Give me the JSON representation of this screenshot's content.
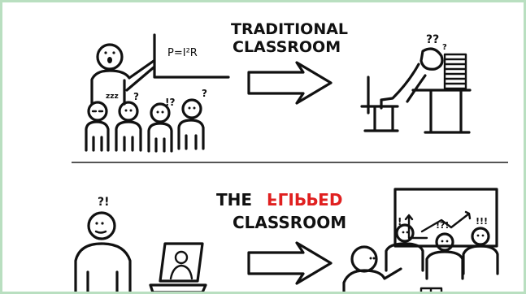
{
  "top": {
    "title_line1": "TRADITIONAL",
    "title_line2": "CLASSROOM",
    "formula": "P=I²R",
    "marks": {
      "student_snore": "zzz",
      "student_q1": "?",
      "student_q2": "!?",
      "student_q3": "?",
      "studier_q": "??",
      "studier_q2": "?"
    }
  },
  "bottom": {
    "title_the": "THE",
    "title_flipped": "FLIPPED",
    "title_classroom": "CLASSROOM",
    "marks": {
      "student_q": "?!",
      "group_excl1": "!",
      "group_q": "!?!",
      "group_excl2": "!!!"
    }
  },
  "colors": {
    "border": "#b9dfc0",
    "ink": "#111111",
    "flipped_red": "#e02020",
    "divider": "#555555"
  },
  "icons": [
    "teacher-figure",
    "chalkboard",
    "arrow",
    "student-at-desk",
    "student-with-laptop",
    "collaborative-group"
  ]
}
